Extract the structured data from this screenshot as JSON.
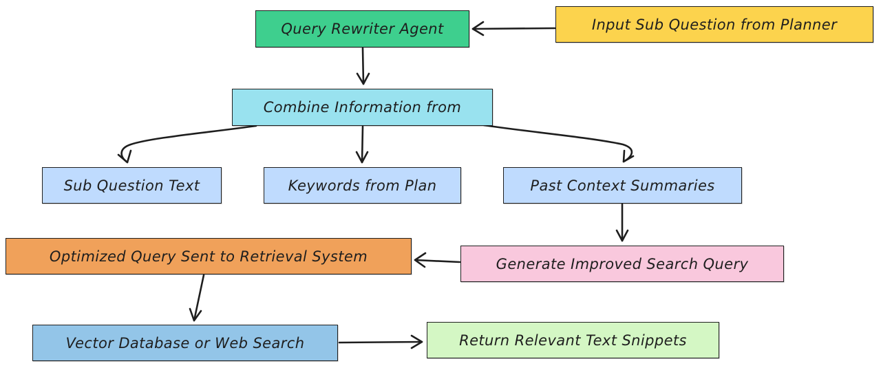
{
  "diagram": {
    "nodes": [
      {
        "id": "query-rewriter",
        "label": "Query Rewriter Agent",
        "color": "#3ecf8e"
      },
      {
        "id": "input-sub",
        "label": "Input Sub Question from Planner",
        "color": "#fcd34d"
      },
      {
        "id": "combine",
        "label": "Combine Information from",
        "color": "#99e2ef"
      },
      {
        "id": "sub-question",
        "label": "Sub Question Text",
        "color": "#bfdbfe"
      },
      {
        "id": "keywords",
        "label": "Keywords from Plan",
        "color": "#bfdbfe"
      },
      {
        "id": "past-context",
        "label": "Past Context Summaries",
        "color": "#bfdbfe"
      },
      {
        "id": "optimized",
        "label": "Optimized Query Sent to Retrieval System",
        "color": "#f0a15a"
      },
      {
        "id": "generate",
        "label": "Generate Improved Search Query",
        "color": "#f9c8dd"
      },
      {
        "id": "vector",
        "label": "Vector Database or Web Search",
        "color": "#93c5e8"
      },
      {
        "id": "return",
        "label": "Return Relevant Text Snippets",
        "color": "#d4f7c4"
      }
    ],
    "edges": [
      {
        "from": "input-sub",
        "to": "query-rewriter"
      },
      {
        "from": "query-rewriter",
        "to": "combine"
      },
      {
        "from": "combine",
        "to": "sub-question"
      },
      {
        "from": "combine",
        "to": "keywords"
      },
      {
        "from": "combine",
        "to": "past-context"
      },
      {
        "from": "past-context",
        "to": "generate"
      },
      {
        "from": "generate",
        "to": "optimized"
      },
      {
        "from": "optimized",
        "to": "vector"
      },
      {
        "from": "vector",
        "to": "return"
      }
    ]
  }
}
